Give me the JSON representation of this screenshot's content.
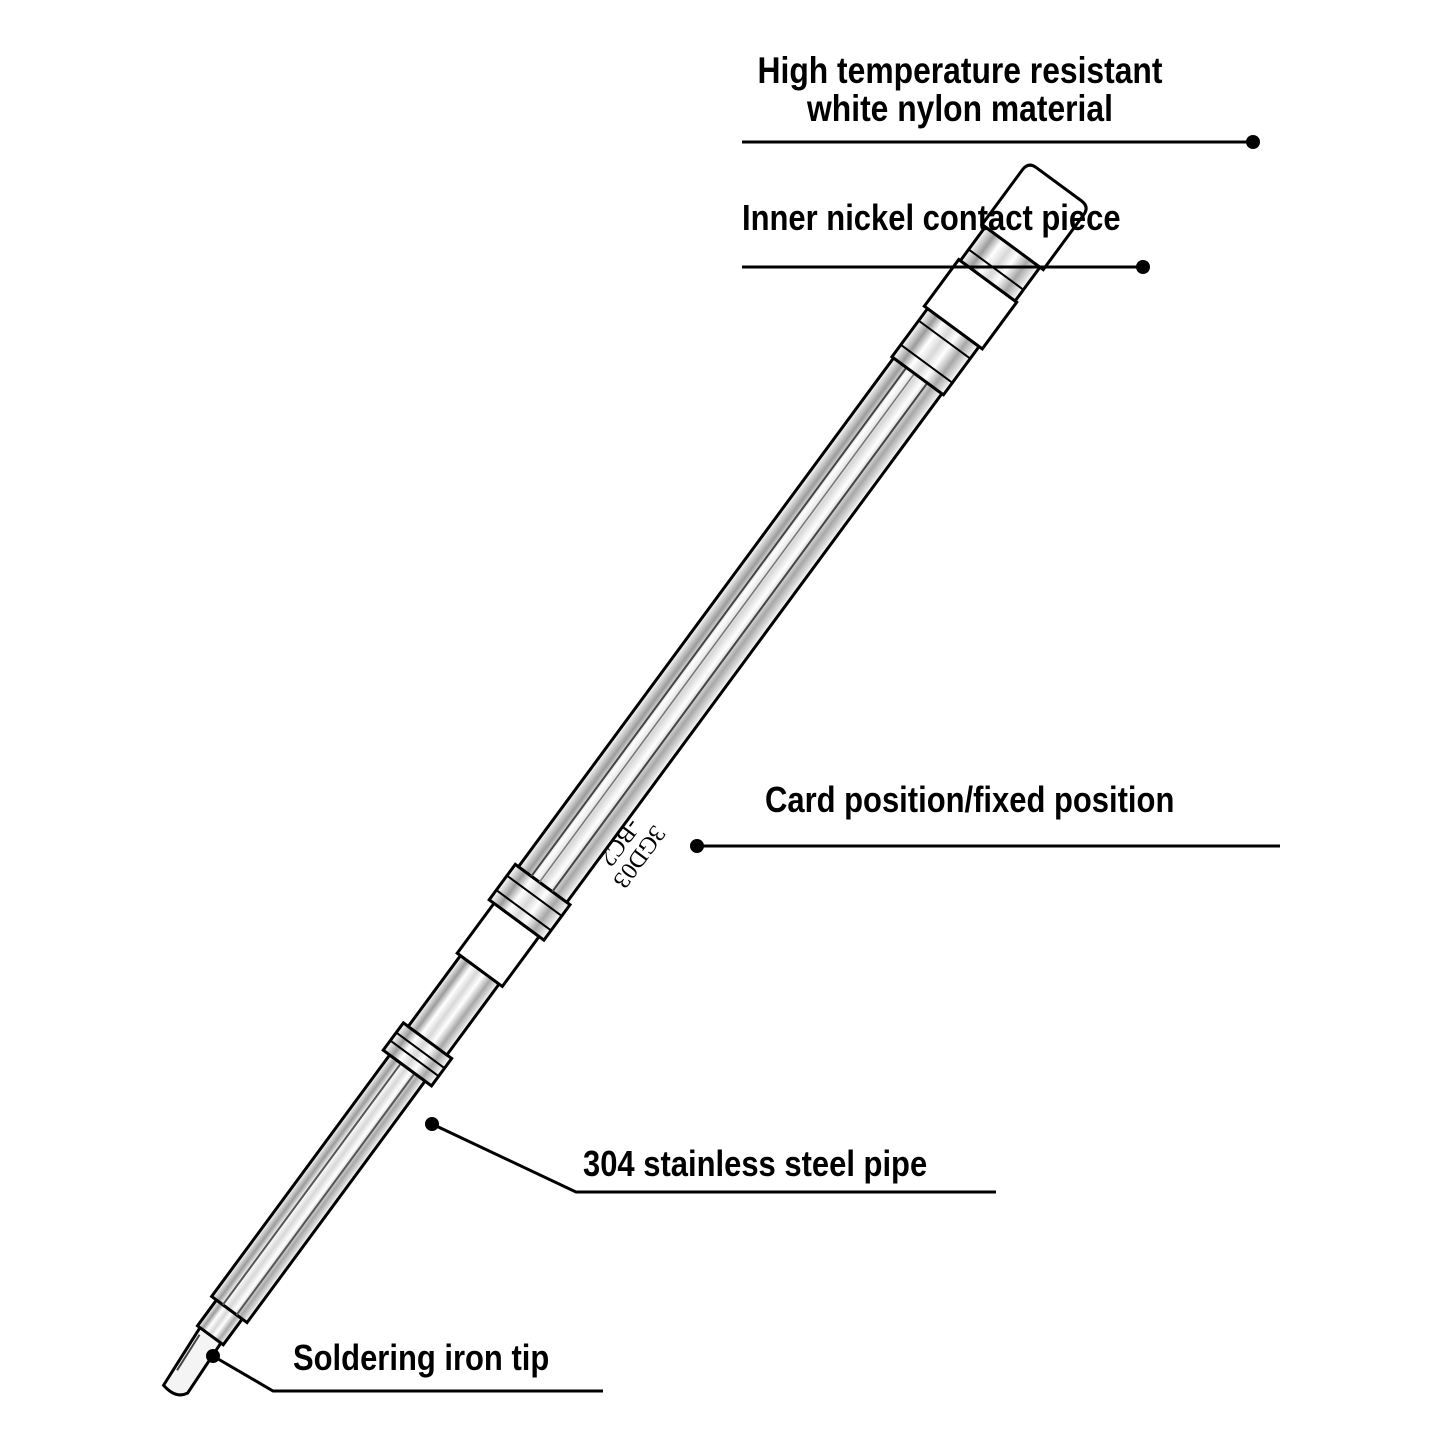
{
  "callouts": {
    "nylon": {
      "line1": "High temperature resistant",
      "line2": "white nylon material"
    },
    "nickel": "Inner nickel contact piece",
    "card": "Card position/fixed position",
    "pipe": "304 stainless steel pipe",
    "tip": "Soldering iron tip"
  },
  "band_marking": {
    "line1": "3GD03",
    "line2": "-BC2"
  },
  "colors": {
    "ink": "#000000",
    "background": "#ffffff",
    "metal_shade": "#9a9a9a"
  }
}
